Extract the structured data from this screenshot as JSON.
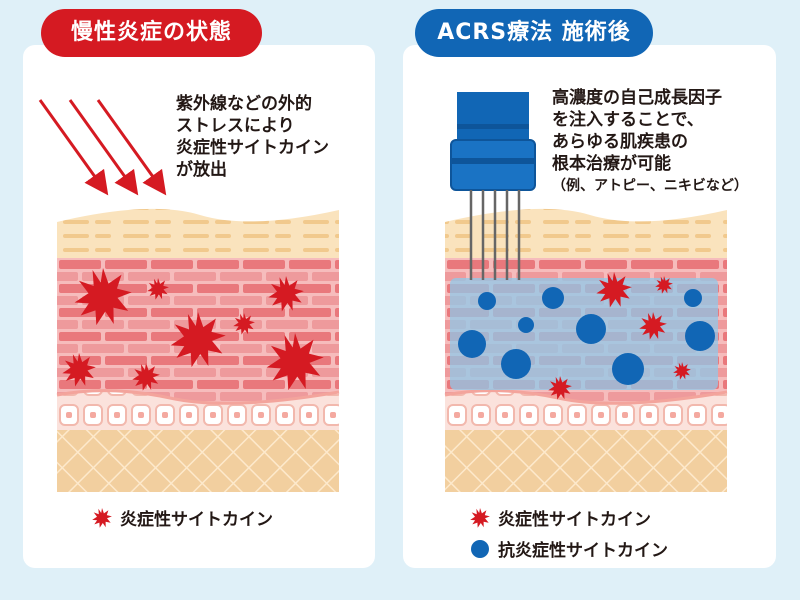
{
  "left_panel": {
    "title": "慢性炎症の状態",
    "note_lines": [
      "紫外線などの外的",
      "ストレスにより",
      "炎症性サイトカイン",
      "が放出"
    ],
    "legend": [
      {
        "marker": "red-starburst",
        "label": "炎症性サイトカイン"
      }
    ]
  },
  "right_panel": {
    "title": "ACRS療法 施術後",
    "note_lines": [
      "高濃度の自己成長因子",
      "を注入することで、",
      "あらゆる肌疾患の",
      "根本治療が可能",
      "（例、アトピー、ニキビなど）"
    ],
    "legend": [
      {
        "marker": "red-starburst",
        "label": "炎症性サイトカイン"
      },
      {
        "marker": "blue-circle",
        "label": "抗炎症性サイトカイン"
      }
    ]
  },
  "colors": {
    "red": "#d51a22",
    "blue": "#1166b5",
    "background": "#dff0f8"
  }
}
